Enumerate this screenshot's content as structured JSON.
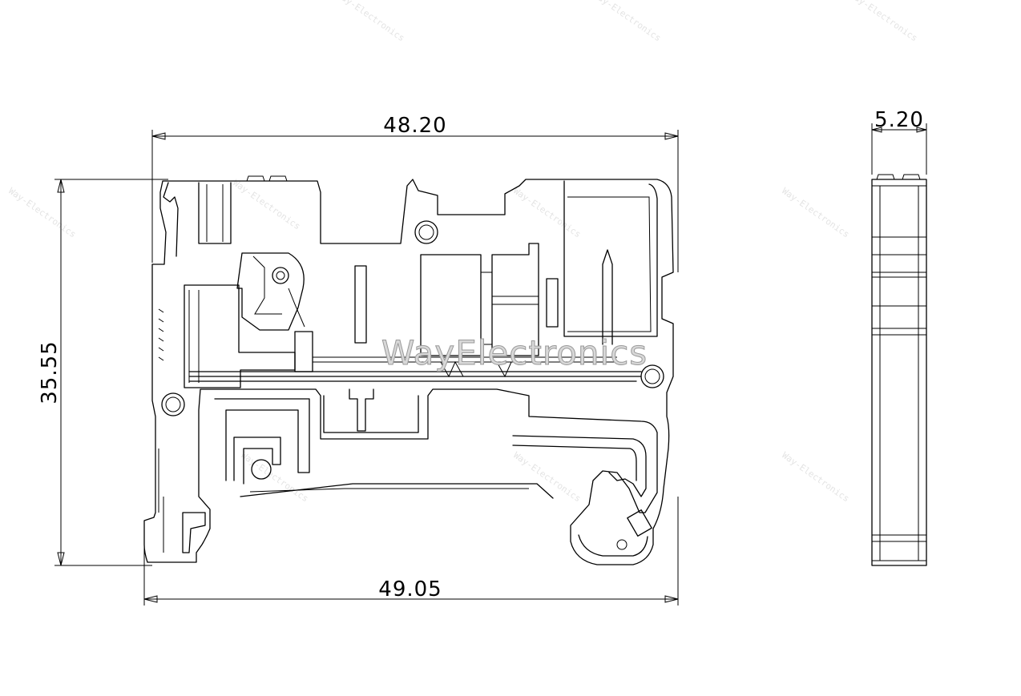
{
  "dimensions": {
    "width_top": "48.20",
    "width_bottom": "49.05",
    "height": "35.55",
    "thickness": "5.20"
  },
  "watermark": {
    "brand": "WayElectronics",
    "stamp": "Way-Electronics"
  }
}
